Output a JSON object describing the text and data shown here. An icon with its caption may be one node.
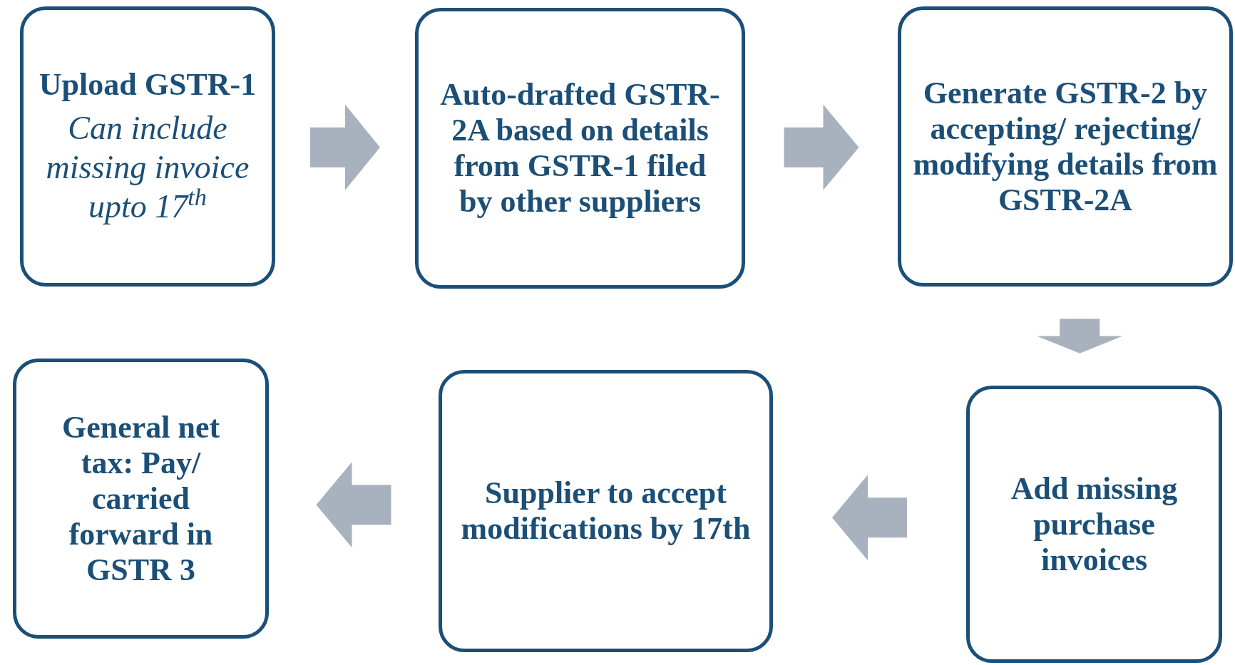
{
  "diagram": {
    "nodes": [
      {
        "text": [
          "Upload GSTR-1",
          "Can include missing invoice upto 17$^{th}$"
        ]
      },
      {
        "text": [
          "Auto-drafted GSTR-2A based on details from GSTR-1 filed by other suppliers"
        ]
      },
      {
        "text": [
          "Generate GSTR-2 by accepting/ rejecting/ modifying details from GSTR-2A"
        ]
      },
      {
        "text": [
          "Add missing purchase invoices"
        ]
      },
      {
        "text": [
          "Supplier to accept modifications by 17th"
        ]
      },
      {
        "text": [
          "General net tax: Pay/ carried forward in GSTR 3"
        ]
      }
    ],
    "edges": [
      {
        "from": 0,
        "to": 1,
        "arrow": "to"
      },
      {
        "from": 1,
        "to": 2,
        "arrow": "to"
      },
      {
        "from": 2,
        "to": 3,
        "arrow": "to"
      },
      {
        "from": 3,
        "to": 4,
        "arrow": "to"
      },
      {
        "from": 4,
        "to": 5,
        "arrow": "to"
      }
    ]
  }
}
